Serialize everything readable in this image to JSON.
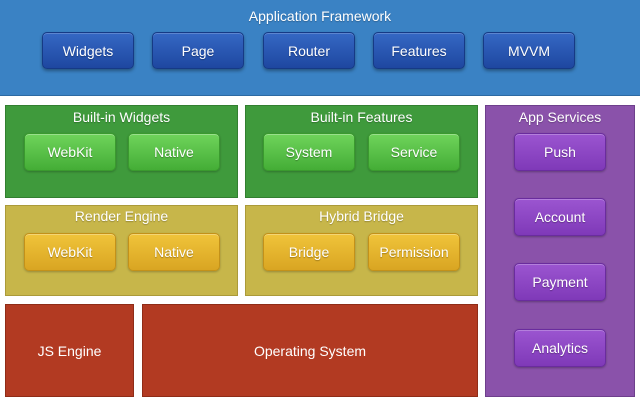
{
  "colors": {
    "application_framework": "#3a82c4",
    "built_in_widgets": "#3f9a3c",
    "built_in_features": "#3f9a3c",
    "render_engine": "#c7b64a",
    "hybrid_bridge": "#c7b64a",
    "js_engine": "#b23a22",
    "operating_system": "#b23a22",
    "app_services": "#8a52aa"
  },
  "application_framework": {
    "title": "Application Framework",
    "items": [
      "Widgets",
      "Page",
      "Router",
      "Features",
      "MVVM"
    ]
  },
  "built_in_widgets": {
    "title": "Built-in Widgets",
    "items": [
      "WebKit",
      "Native"
    ]
  },
  "built_in_features": {
    "title": "Built-in Features",
    "items": [
      "System",
      "Service"
    ]
  },
  "render_engine": {
    "title": "Render Engine",
    "items": [
      "WebKit",
      "Native"
    ]
  },
  "hybrid_bridge": {
    "title": "Hybrid Bridge",
    "items": [
      "Bridge",
      "Permission"
    ]
  },
  "js_engine": {
    "title": "JS Engine"
  },
  "operating_system": {
    "title": "Operating System"
  },
  "app_services": {
    "title": "App Services",
    "items": [
      "Push",
      "Account",
      "Payment",
      "Analytics"
    ]
  }
}
